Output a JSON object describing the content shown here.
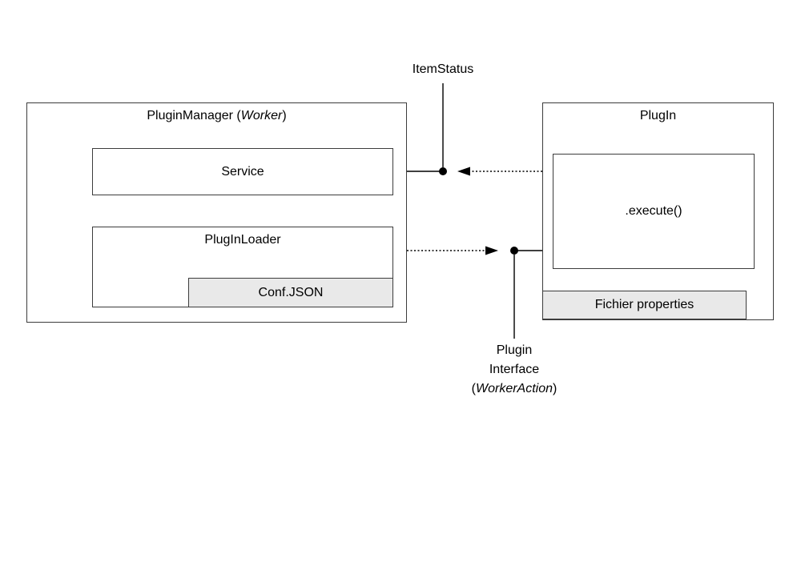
{
  "diagram": {
    "plugin_manager": {
      "title_prefix": "PluginManager (",
      "title_italic": "Worker",
      "title_suffix": ")",
      "service_label": "Service",
      "loader_label": "PlugInLoader",
      "conf_label": "Conf.JSON"
    },
    "plugin": {
      "title": "PlugIn",
      "execute_label": ".execute()",
      "fichier_label": "Fichier properties"
    },
    "connections": {
      "item_status_label": "ItemStatus",
      "plugin_interface_line1": "Plugin",
      "plugin_interface_line2": "Interface",
      "plugin_interface_line3_prefix": "(",
      "plugin_interface_line3_italic": "WorkerAction",
      "plugin_interface_line3_suffix": ")"
    },
    "colors": {
      "background": "#ffffff",
      "box_border": "#3c3c3c",
      "connector_line": "#000000",
      "gray_fill": "#e9e9e9",
      "text": "#000000"
    }
  }
}
